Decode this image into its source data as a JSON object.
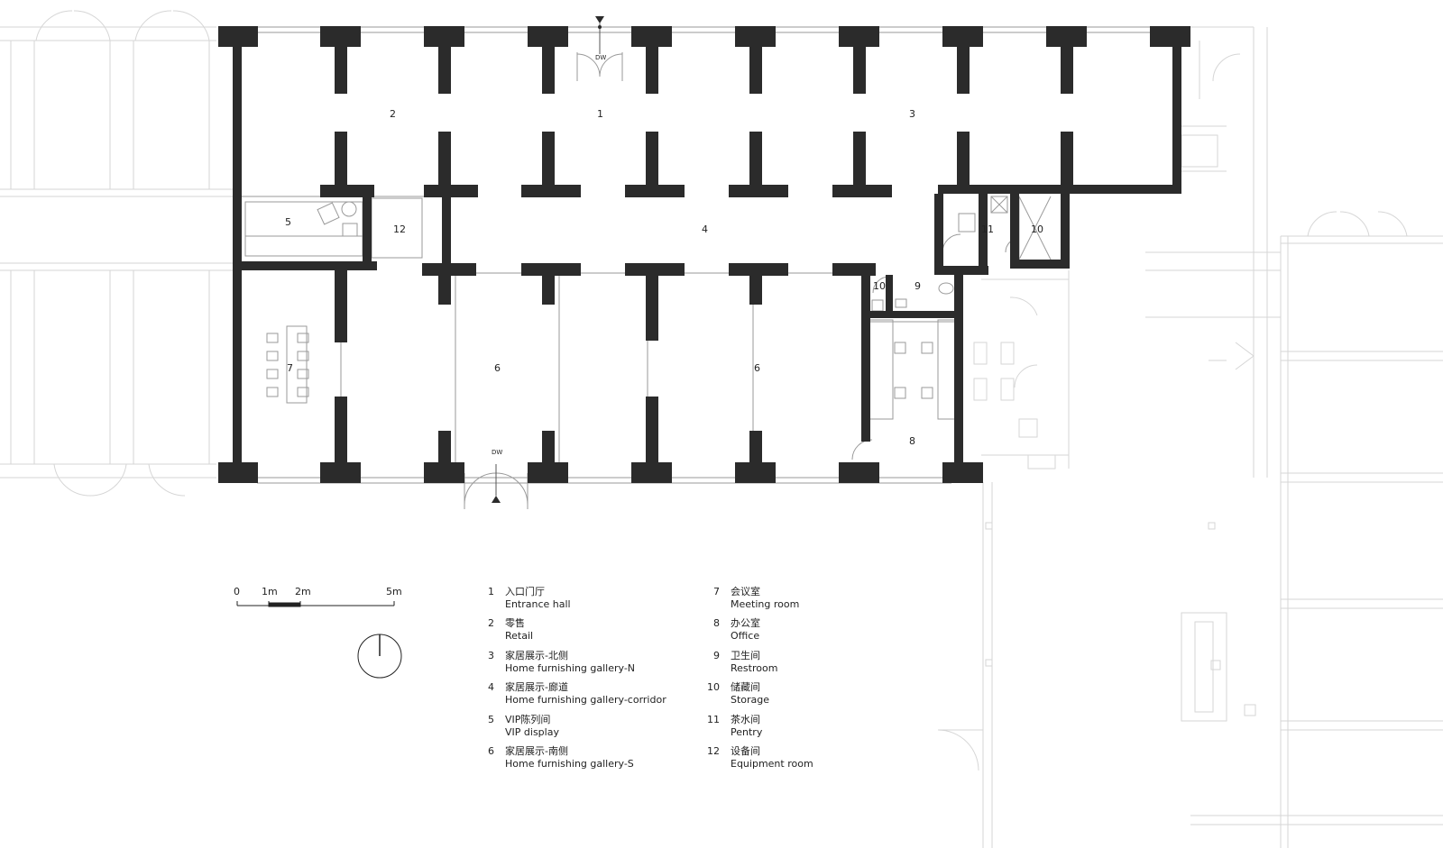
{
  "rooms": {
    "r1": "1",
    "r2": "2",
    "r3": "3",
    "r4": "4",
    "r5": "5",
    "r6a": "6",
    "r6b": "6",
    "r7": "7",
    "r8": "8",
    "r9": "9",
    "r10a": "10",
    "r10b": "10",
    "r11": "11",
    "r12": "12"
  },
  "doors": {
    "north": "DW",
    "south": "DW"
  },
  "scale": {
    "s0": "0",
    "s1": "1m",
    "s2": "2m",
    "s5": "5m"
  },
  "legend": [
    {
      "num": "1",
      "zh": "入口门厅",
      "en": "Entrance hall"
    },
    {
      "num": "2",
      "zh": "零售",
      "en": "Retail"
    },
    {
      "num": "3",
      "zh": "家居展示-北侧",
      "en": "Home furnishing gallery-N"
    },
    {
      "num": "4",
      "zh": "家居展示-廊道",
      "en": "Home furnishing gallery-corridor"
    },
    {
      "num": "5",
      "zh": "VIP陈列间",
      "en": "VIP display"
    },
    {
      "num": "6",
      "zh": "家居展示-南侧",
      "en": "Home furnishing gallery-S"
    },
    {
      "num": "7",
      "zh": "会议室",
      "en": "Meeting room"
    },
    {
      "num": "8",
      "zh": "办公室",
      "en": "Office"
    },
    {
      "num": "9",
      "zh": "卫生间",
      "en": "Restroom"
    },
    {
      "num": "10",
      "zh": "储藏间",
      "en": "Storage"
    },
    {
      "num": "11",
      "zh": "茶水间",
      "en": "Pentry"
    },
    {
      "num": "12",
      "zh": "设备间",
      "en": "Equipment room"
    }
  ],
  "colors": {
    "wall": "#2b2b2b",
    "line": "#9a9a9a",
    "faint": "#d6d6d6"
  }
}
